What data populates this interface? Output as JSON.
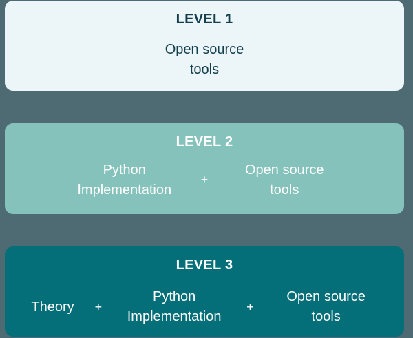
{
  "separator": "+",
  "colors": {
    "background": "#4e6a72",
    "level1_bg": "#ecf5f8",
    "level1_text": "#14404e",
    "level2_bg": "#85c2bb",
    "level3_bg": "#046e79",
    "light_text": "#fdfdfd"
  },
  "levels": [
    {
      "title": "LEVEL 1",
      "items": [
        "Open source tools"
      ]
    },
    {
      "title": "LEVEL 2",
      "items": [
        "Python Implementation",
        "Open source tools"
      ]
    },
    {
      "title": "LEVEL 3",
      "items": [
        "Theory",
        "Python Implementation",
        "Open source tools"
      ]
    }
  ]
}
